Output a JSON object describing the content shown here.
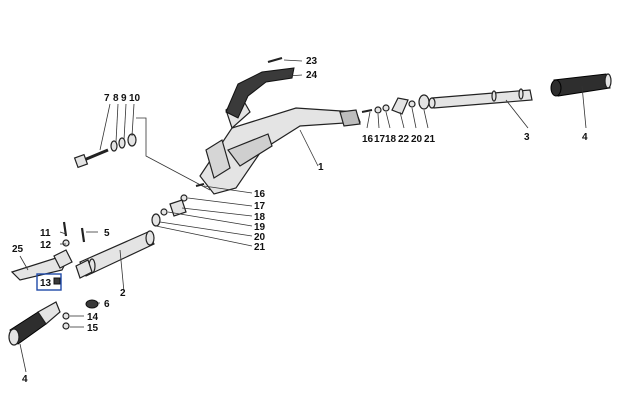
{
  "diagram": {
    "callouts": {
      "c1": "1",
      "c2": "2",
      "c3": "3",
      "c4a": "4",
      "c4b": "4",
      "c5": "5",
      "c6": "6",
      "c7": "7",
      "c8": "8",
      "c9": "9",
      "c10": "10",
      "c11": "11",
      "c12": "12",
      "c13": "13",
      "c14": "14",
      "c15": "15",
      "c16a": "16",
      "c17a": "17",
      "c18a": "18",
      "c22": "22",
      "c20a": "20",
      "c21a": "21",
      "c16b": "16",
      "c17b": "17",
      "c18b": "18",
      "c19": "19",
      "c20b": "20",
      "c21b": "21",
      "c23": "23",
      "c24": "24",
      "c25": "25"
    },
    "colors": {
      "ink": "#111111",
      "part_fill": "#e4e4e4",
      "grip": "#2e2e2e",
      "highlight_box": "#1f4aa8"
    }
  }
}
